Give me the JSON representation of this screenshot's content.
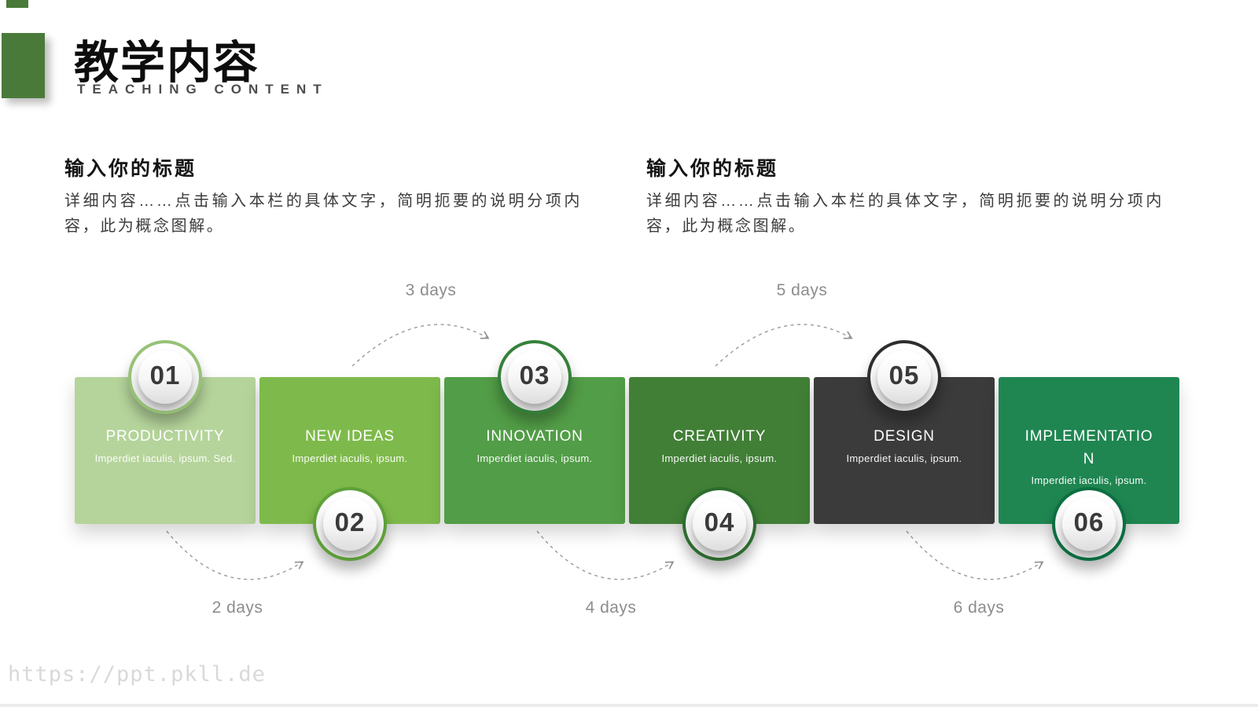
{
  "slide": {
    "title_cn": "教学内容",
    "title_en": "TEACHING CONTENT",
    "accent_color": "#4a7a39",
    "watermark": "https://ppt.pkll.de"
  },
  "intro_blocks": [
    {
      "heading": "输入你的标题",
      "body": "详细内容……点击输入本栏的具体文字，简明扼要的说明分项内容，此为概念图解。"
    },
    {
      "heading": "输入你的标题",
      "body": "详细内容……点击输入本栏的具体文字，简明扼要的说明分项内容，此为概念图解。"
    }
  ],
  "timeline": {
    "steps": [
      {
        "number": "01",
        "title": "PRODUCTIVITY",
        "subtitle": "Imperdiet iaculis, ipsum. Sed.",
        "box_color": "#b5d49b",
        "ring_color": "#97c277",
        "badge_position": "top"
      },
      {
        "number": "02",
        "title": "NEW IDEAS",
        "subtitle": "Imperdiet iaculis, ipsum.",
        "box_color": "#7eba4b",
        "ring_color": "#5ea03a",
        "badge_position": "bottom"
      },
      {
        "number": "03",
        "title": "INNOVATION",
        "subtitle": "Imperdiet iaculis, ipsum.",
        "box_color": "#529d47",
        "ring_color": "#35813a",
        "badge_position": "top"
      },
      {
        "number": "04",
        "title": "CREATIVITY",
        "subtitle": "Imperdiet iaculis, ipsum.",
        "box_color": "#417f36",
        "ring_color": "#2d6c2e",
        "badge_position": "bottom"
      },
      {
        "number": "05",
        "title": "DESIGN",
        "subtitle": "Imperdiet iaculis, ipsum.",
        "box_color": "#3b3b3b",
        "ring_color": "#2d2d2d",
        "badge_position": "top"
      },
      {
        "number": "06",
        "title": "IMPLEMENTATION",
        "subtitle": "Imperdiet iaculis, ipsum.",
        "box_color": "#1f8651",
        "ring_color": "#0c6f41",
        "badge_position": "bottom"
      }
    ],
    "durations": {
      "top": [
        {
          "label": "3 days"
        },
        {
          "label": "5 days"
        }
      ],
      "bottom": [
        {
          "label": "2 days"
        },
        {
          "label": "4 days"
        },
        {
          "label": "6 days"
        }
      ]
    }
  }
}
